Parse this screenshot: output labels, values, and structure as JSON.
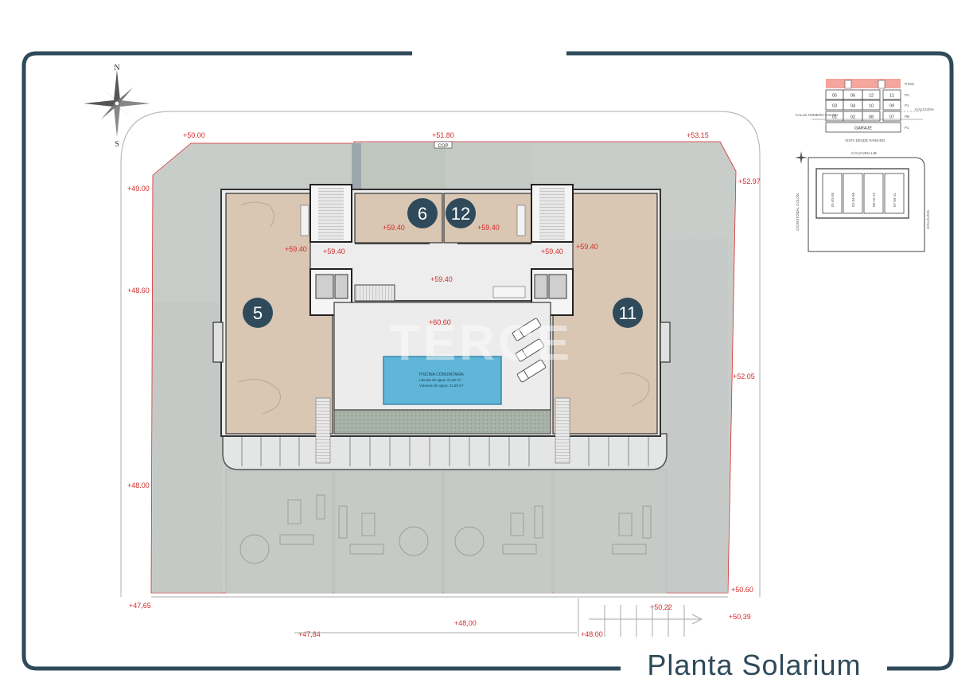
{
  "page_title": "Planta Solarium",
  "compass": {
    "north": "N",
    "south": "S"
  },
  "watermark": "TERCE",
  "units": [
    {
      "id": "5",
      "label": "5"
    },
    {
      "id": "6",
      "label": "6"
    },
    {
      "id": "12",
      "label": "12"
    },
    {
      "id": "11",
      "label": "11"
    }
  ],
  "elevations": {
    "e5000": "+50.00",
    "e5180": "+51.80",
    "e5315": "+53.15",
    "e4900": "+49.00",
    "e5297": "+52.97",
    "e4860": "+48.60",
    "e5205": "+52.05",
    "e4800": "+48.00",
    "e5060": "+50.60",
    "e4765": "+47,65",
    "e5022": "+50,22",
    "e5039": "+50,39",
    "e4800b": "+48,00",
    "e4784": "+47,84",
    "e4800c": "+48.00",
    "e5940a": "+59.40",
    "e5940b": "+59.40",
    "e5940c": "+59.40",
    "e5940d": "+59.40",
    "e5940e": "+59.40",
    "e5940f": "+59.40",
    "e5940g": "+59.40",
    "e6060": "+60.60"
  },
  "pool": {
    "name": "PISCINA COMUNITARIA",
    "area": "Lámina de agua: 21,60 m²",
    "volume": "Volumen de agua: 21,60 m³"
  },
  "cop_label": "COP",
  "key_plan": {
    "levels": [
      "P.SOL",
      "P2",
      "P1",
      "PB",
      "P1"
    ],
    "cells": [
      [
        "05",
        "06",
        "12",
        "11"
      ],
      [
        "03",
        "04",
        "10",
        "09"
      ],
      [
        "01",
        "02",
        "08",
        "07"
      ]
    ],
    "garage": "GARAJE",
    "left_note": "CALLE NÚMERO COLÓN",
    "right_note": "C/ALCUDIA",
    "bottom_note": "VISTA DESDE PARKING",
    "site_top_note": "C/ALCUDIA LIB",
    "site_left_note": "C/CRISTÓBAL COLÓN",
    "site_right_note": "C/ALCUDIA",
    "blocks": [
      "01-03-05",
      "02-04-06",
      "08-10-12",
      "07-09-11"
    ]
  },
  "colors": {
    "frame": "#2f4a5a",
    "marker": "#2f4a5a",
    "terrace": "#d9c6b3",
    "ground": "#c9cdca",
    "pool": "#5fb6d8",
    "elevation": "#d62b2b",
    "keyplan_top": "#f4a59c"
  }
}
